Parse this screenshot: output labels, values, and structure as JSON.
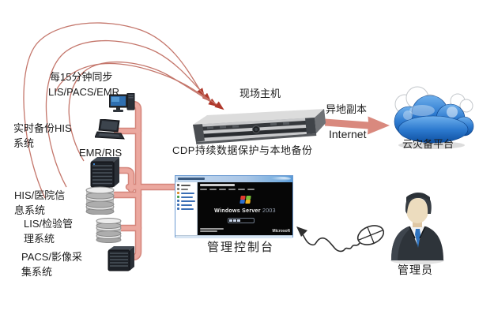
{
  "diagram": {
    "nodes": {
      "sync_note": {
        "line1": "每15分钟同步",
        "line2": "LIS/PACS/EMR"
      },
      "realtime_note": {
        "line1": "实时备份HIS",
        "line2": "系统"
      },
      "emr_ris": {
        "label": "EMR/RIS"
      },
      "his": {
        "line1": "HIS/医院信",
        "line2": "息系统"
      },
      "lis": {
        "line1": "LIS/检验管",
        "line2": "理系统"
      },
      "pacs": {
        "line1": "PACS/影像采",
        "line2": "集系统"
      },
      "server": {
        "title": "现场主机",
        "caption": "CDP持续数据保护与本地备份"
      },
      "wan": {
        "label": "异地副本",
        "sublabel": "Internet"
      },
      "cloud": {
        "label": "云灾备平台"
      },
      "console": {
        "label": "管理控制台",
        "boot_brand": "Windows Server",
        "boot_year": "2003",
        "vendor": "Microsoft"
      },
      "admin": {
        "label": "管理员"
      }
    },
    "colors": {
      "connector_fill": "#eba89f",
      "connector_edge": "#d4857b",
      "curve": "#c4766b",
      "arrowhead": "#b0392c",
      "wan_arrow": "#d9897e",
      "cloud_blue": "#1565c0",
      "tie_blue": "#2f74c0",
      "text": "#1c1c1c"
    }
  }
}
